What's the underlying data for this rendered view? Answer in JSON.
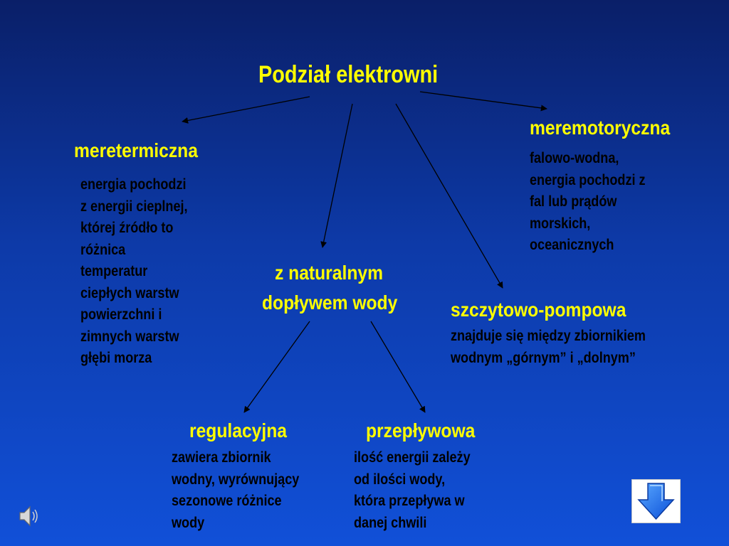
{
  "title": "Podział elektrowni",
  "nodes": {
    "meretermiczna": {
      "heading": "meretermiczna",
      "lines": [
        "energia pochodzi",
        "z energii cieplnej,",
        "której źródło to",
        "różnica",
        "temperatur",
        "ciepłych warstw",
        "powierzchni i",
        "zimnych warstw",
        "głębi morza"
      ]
    },
    "meremotoryczna": {
      "heading": "meremotoryczna",
      "lines": [
        "falowo-wodna,",
        "energia pochodzi z",
        "fal lub prądów",
        "morskich,",
        "oceanicznych"
      ]
    },
    "naturalny": {
      "lines": [
        "z naturalnym",
        "dopływem  wody"
      ]
    },
    "szczytowo": {
      "heading": "szczytowo-pompowa",
      "lines": [
        "znajduje się między zbiornikiem",
        "wodnym „górnym” i „dolnym”"
      ]
    },
    "regulacyjna": {
      "heading": "regulacyjna",
      "lines": [
        "zawiera zbiornik",
        "wodny,  wyrównujący",
        "sezonowe różnice",
        "wody"
      ]
    },
    "przeplywowa": {
      "heading": "przepływowa",
      "lines": [
        "ilość energii zależy",
        "od ilości wody,",
        "która przepływa w",
        "danej chwili"
      ]
    }
  },
  "icons": {
    "nav_arrow": "arrow-down-icon",
    "sound": "speaker-icon",
    "arrow_color": "#1e78ff"
  }
}
